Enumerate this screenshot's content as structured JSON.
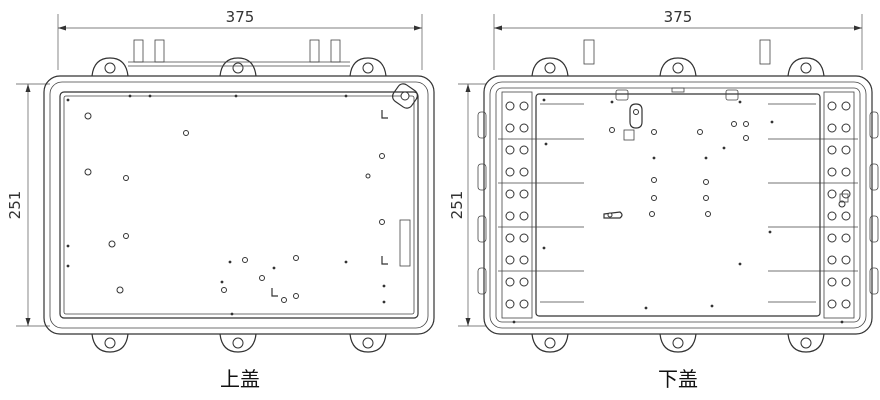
{
  "drawings": [
    {
      "id": "top-cover",
      "caption": "上盖",
      "width_label": "375",
      "height_label": "251"
    },
    {
      "id": "bottom-cover",
      "caption": "下盖",
      "width_label": "375",
      "height_label": "251"
    }
  ],
  "colors": {
    "line": "#333333",
    "background": "#ffffff"
  }
}
